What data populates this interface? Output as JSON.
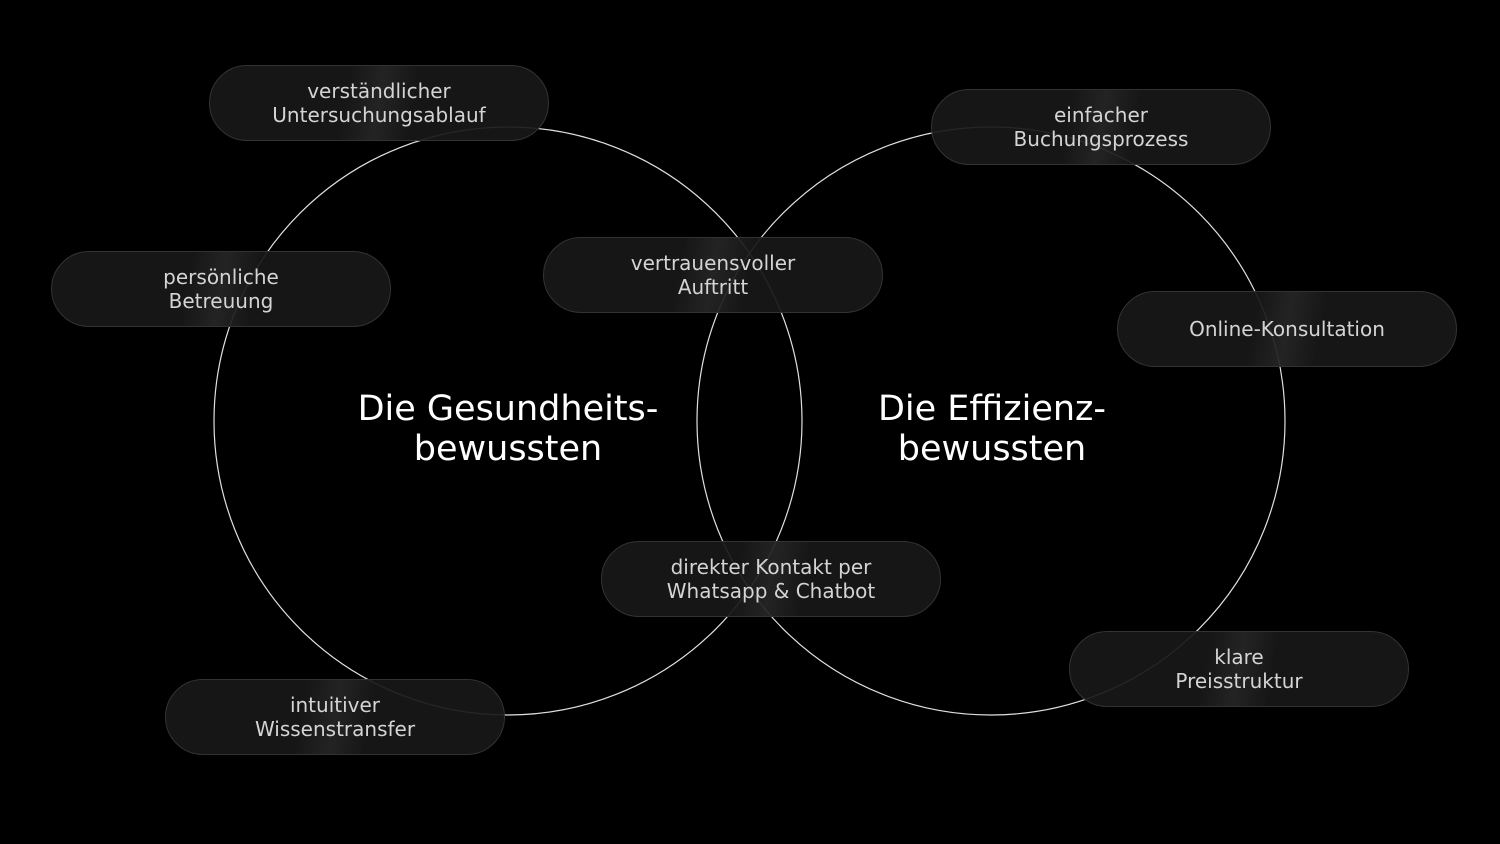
{
  "groups": [
    {
      "title_line1": "Die Gesundheits-",
      "title_line2": "bewussten"
    },
    {
      "title_line1": "Die Effizienz-",
      "title_line2": "bewussten"
    }
  ],
  "pills": [
    {
      "line1": "verständlicher",
      "line2": "Untersuchungsablauf"
    },
    {
      "line1": "persönliche",
      "line2": "Betreuung"
    },
    {
      "line1": "vertrauensvoller",
      "line2": "Auftritt"
    },
    {
      "line1": "direkter Kontakt per",
      "line2": "Whatsapp & Chatbot"
    },
    {
      "line1": "intuitiver",
      "line2": "Wissenstransfer"
    },
    {
      "line1": "einfacher",
      "line2": "Buchungsprozess"
    },
    {
      "line1": "Online-Konsultation",
      "line2": ""
    },
    {
      "line1": "klare",
      "line2": "Preisstruktur"
    }
  ],
  "colors": {
    "background": "#000000",
    "ring": "#e0e0e0",
    "pill_bg": "#181818",
    "pill_border": "#333333",
    "pill_text": "#d4d4d4"
  }
}
